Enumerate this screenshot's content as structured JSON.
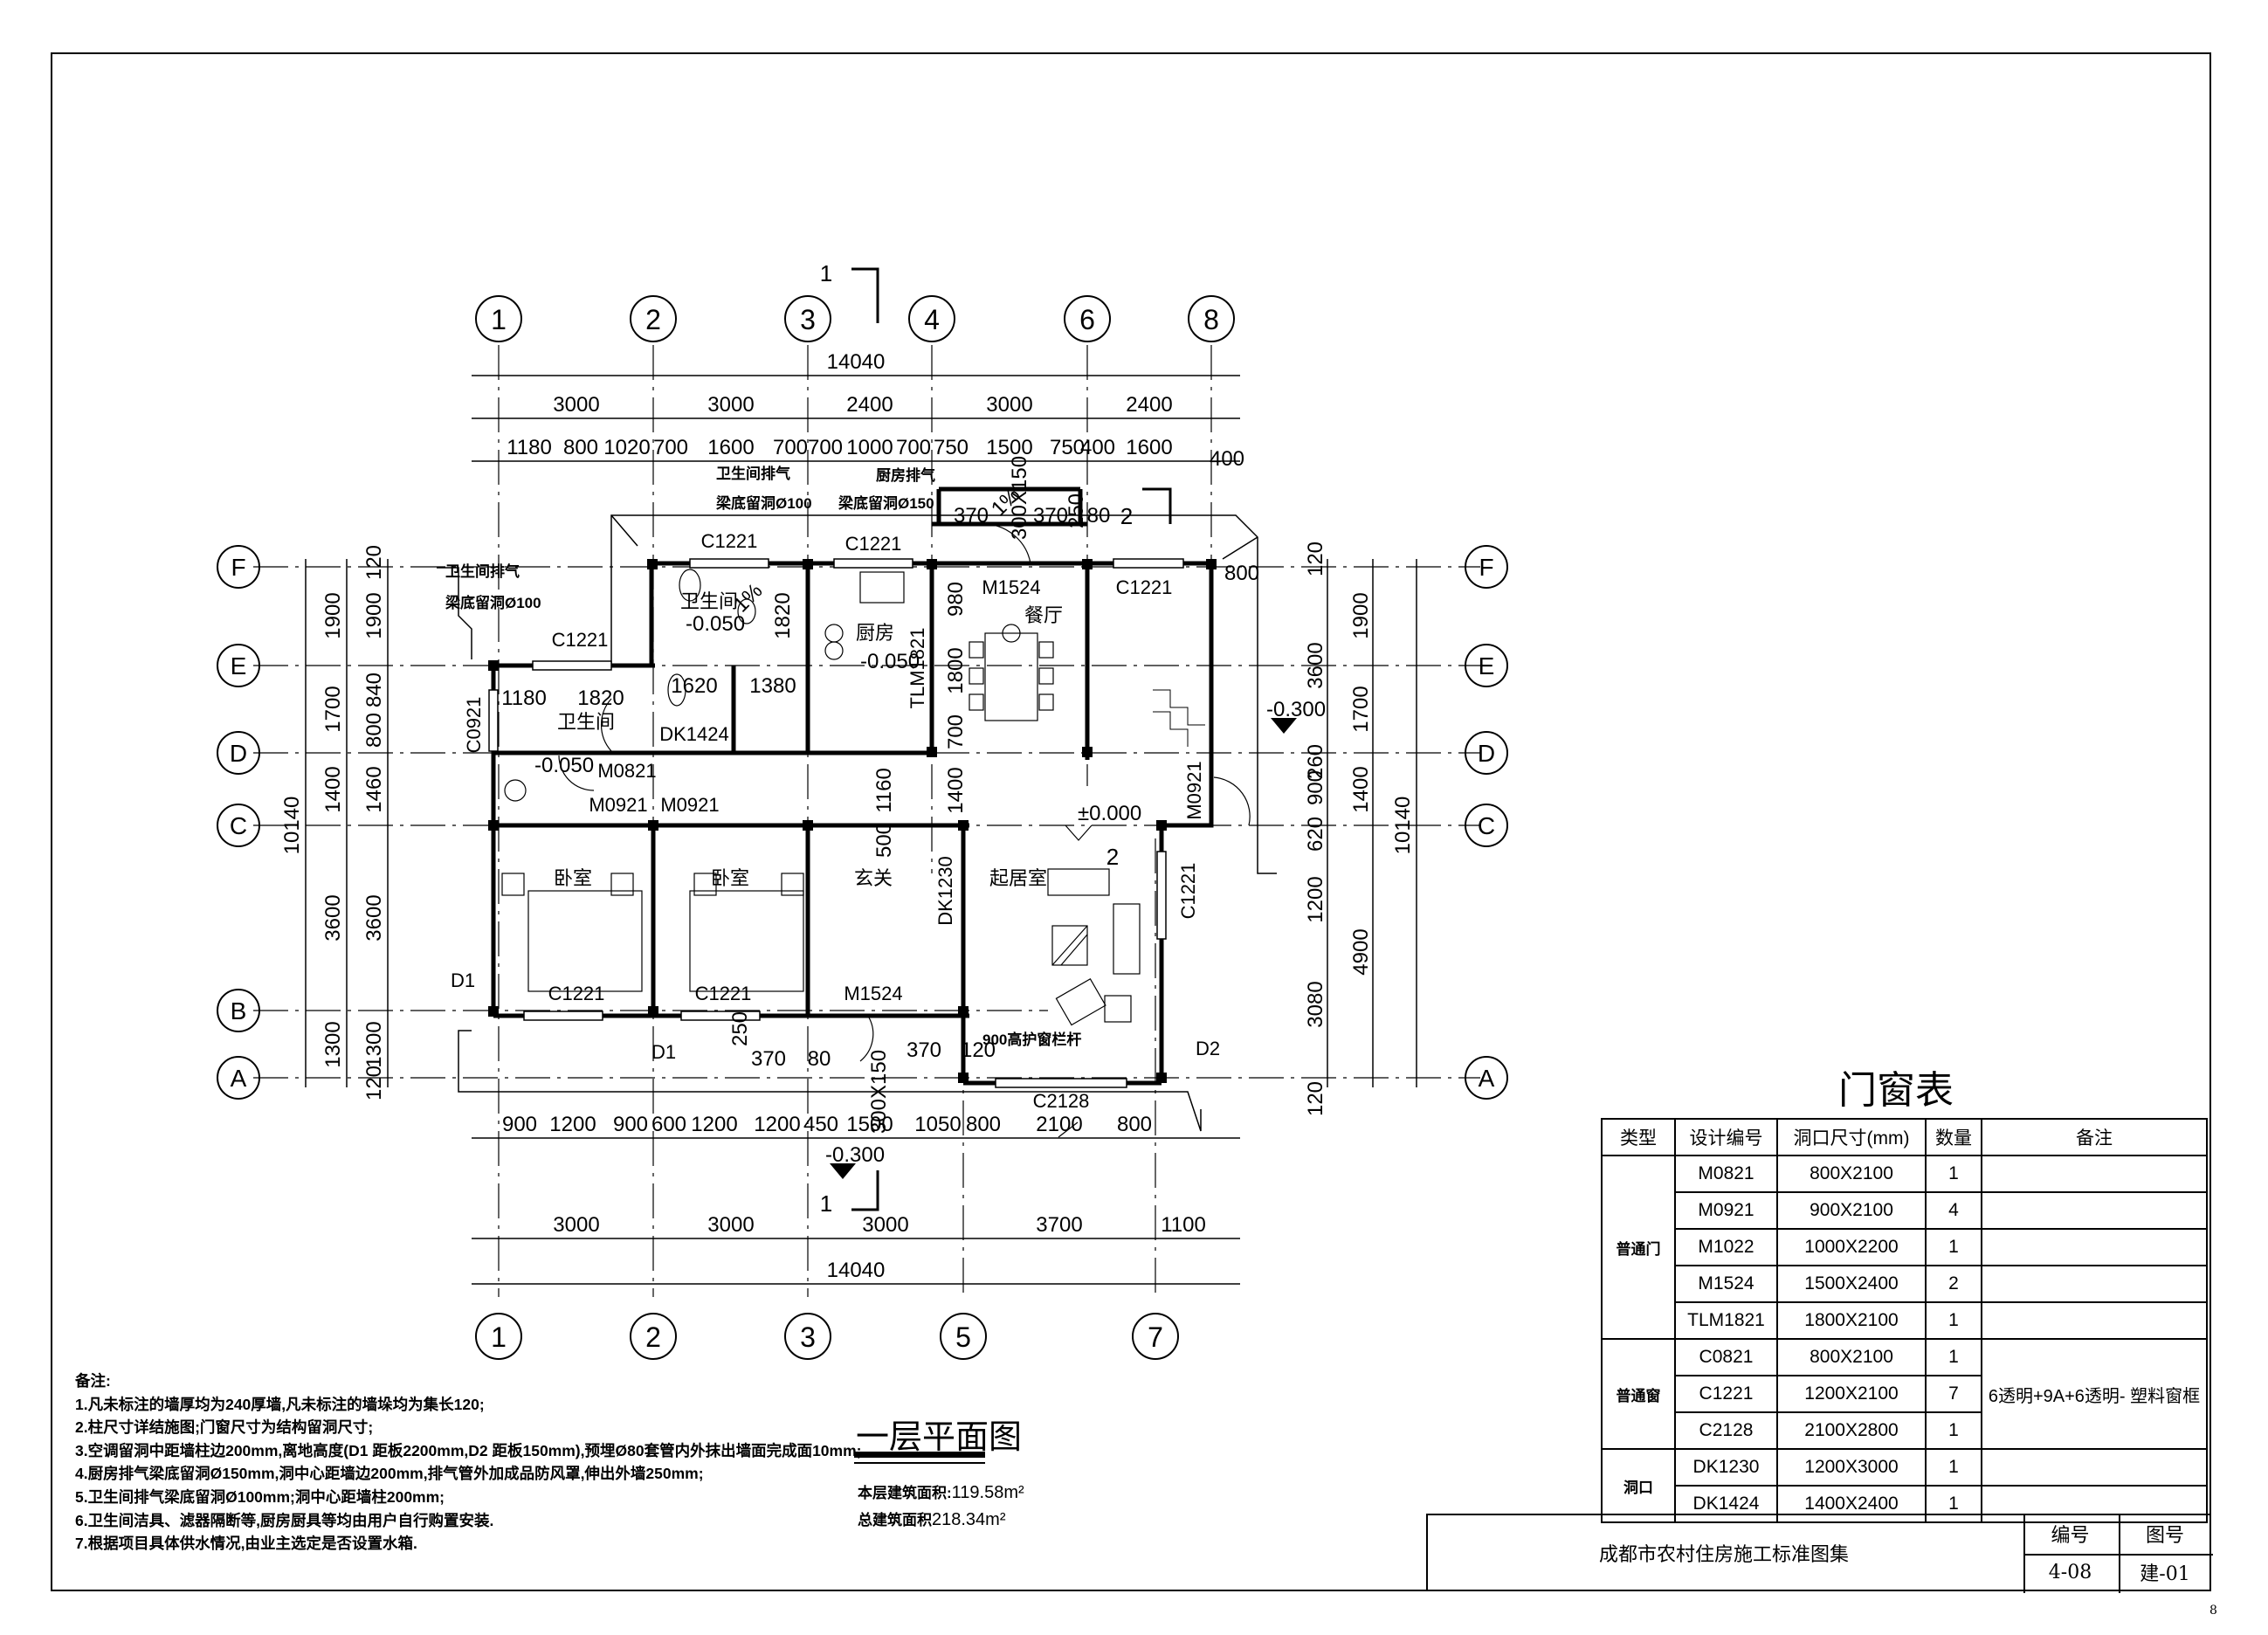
{
  "axes_top": [
    "1",
    "2",
    "3",
    "4",
    "6",
    "8"
  ],
  "axes_bottom": [
    "1",
    "2",
    "3",
    "5",
    "7"
  ],
  "axes_side": [
    "F",
    "E",
    "D",
    "C",
    "B",
    "A"
  ],
  "dims_top_total": "14040",
  "dims_top_row2": [
    "3000",
    "3000",
    "2400",
    "3000",
    "2400"
  ],
  "dims_top_row3": [
    "1180",
    "800",
    "1020",
    "700",
    "1600",
    "700",
    "700",
    "1000",
    "700",
    "750",
    "1500",
    "750",
    "400",
    "1600",
    "400"
  ],
  "dims_bottom_row1": [
    "900",
    "1200",
    "900",
    "600",
    "1200",
    "1200",
    "450",
    "1500",
    "1050",
    "800",
    "2100",
    "800"
  ],
  "dims_bottom_row2": [
    "3000",
    "3000",
    "3000",
    "3700",
    "1100"
  ],
  "dims_bottom_total": "14040",
  "dims_left_outer": [
    "10140",
    "1900",
    "1700",
    "1400",
    "3600",
    "1300"
  ],
  "dims_left_inner": [
    "120",
    "1900",
    "840",
    "800",
    "1460",
    "3600",
    "1300",
    "120"
  ],
  "dims_right_inner": [
    "120",
    "3600",
    "260",
    "900",
    "620",
    "1200",
    "3080",
    "120"
  ],
  "dims_right_outer": [
    "1900",
    "1700",
    "1400",
    "4900",
    "10140"
  ],
  "room_labels": {
    "toilet1": "卫生间",
    "toilet2": "卫生间",
    "kitchen": "厨房",
    "dining": "餐厅",
    "bedroom1": "卧室",
    "bedroom2": "卧室",
    "foyer": "玄关",
    "living": "起居室"
  },
  "levels": [
    "-0.050",
    "-0.050",
    "-0.050",
    "±0.000",
    "-0.300",
    "-0.300"
  ],
  "openings": [
    "C1221",
    "C1221",
    "C1221",
    "C1221",
    "M1524",
    "TLM1821",
    "DK1424",
    "M0821",
    "M0921",
    "M0921",
    "C0921",
    "DK1230",
    "M1524",
    "C1221",
    "C1221",
    "C2128",
    "M0921",
    "C1221",
    "D1",
    "D1",
    "D2"
  ],
  "misc_plan_text": {
    "vent1": "卫生间排气",
    "vent1b": "梁底留洞Ø100",
    "vent2": "厨房排气",
    "vent2b": "梁底留洞Ø150",
    "vent3": "卫生间排气",
    "vent3b": "梁底留洞Ø100",
    "railing": "900高护窗栏杆",
    "section1": "1",
    "section2": "2",
    "d_300x150": "300X150",
    "d_370": "370",
    "d_80": "80",
    "d_1820": "1820",
    "d_1180": "1180",
    "d_1620": "1620",
    "d_1380": "1380",
    "d_1800": "1800",
    "d_980": "980",
    "d_700": "700",
    "d_1160": "1160",
    "d_1400": "1400",
    "d_500": "500",
    "d_250": "250",
    "d_120": "120",
    "d_800": "800",
    "slope1": "1%",
    "slope2": "1%"
  },
  "door_window_table": {
    "title": "门窗表",
    "headers": [
      "类型",
      "设计编号",
      "洞口尺寸(mm)",
      "数量",
      "备注"
    ],
    "groups": [
      {
        "type": "普通门",
        "rows": [
          [
            "M0821",
            "800X2100",
            "1"
          ],
          [
            "M0921",
            "900X2100",
            "4"
          ],
          [
            "M1022",
            "1000X2200",
            "1"
          ],
          [
            "M1524",
            "1500X2400",
            "2"
          ],
          [
            "TLM1821",
            "1800X2100",
            "1"
          ]
        ],
        "note": ""
      },
      {
        "type": "普通窗",
        "rows": [
          [
            "C0821",
            "800X2100",
            "1"
          ],
          [
            "C1221",
            "1200X2100",
            "7"
          ],
          [
            "C2128",
            "2100X2800",
            "1"
          ]
        ],
        "note": "6透明+9A+6透明- 塑料窗框"
      },
      {
        "type": "洞口",
        "rows": [
          [
            "DK1230",
            "1200X3000",
            "1"
          ],
          [
            "DK1424",
            "1400X2400",
            "1"
          ]
        ],
        "note": ""
      }
    ]
  },
  "notes": {
    "heading": "备注:",
    "lines": [
      "1.凡未标注的墙厚均为240厚墙,凡未标注的墙垛均为集长120;",
      "2.柱尺寸详结施图;门窗尺寸为结构留洞尺寸;",
      "3.空调留洞中距墙柱边200mm,离地高度(D1 距板2200mm,D2 距板150mm),预埋Ø80套管内外抹出墙面完成面10mm;",
      "4.厨房排气梁底留洞Ø150mm,洞中心距墙边200mm,排气管外加成品防风罩,伸出外墙250mm;",
      "5.卫生间排气梁底留洞Ø100mm;洞中心距墙柱200mm;",
      "6.卫生间洁具、滤器隔断等,厨房厨具等均由用户自行购置安装.",
      "7.根据项目具体供水情况,由业主选定是否设置水箱."
    ]
  },
  "plan_title": "一层平面图",
  "area_floor_label": "本层建筑面积:",
  "area_floor_value": "119.58m²",
  "area_total_label": "总建筑面积",
  "area_total_value": "218.34m²",
  "title_block": {
    "name": "成都市农村住房施工标准图集",
    "code_label": "编号",
    "code_value": "4-08",
    "drawing_label": "图号",
    "drawing_value": "建-01"
  },
  "page_number": "8"
}
